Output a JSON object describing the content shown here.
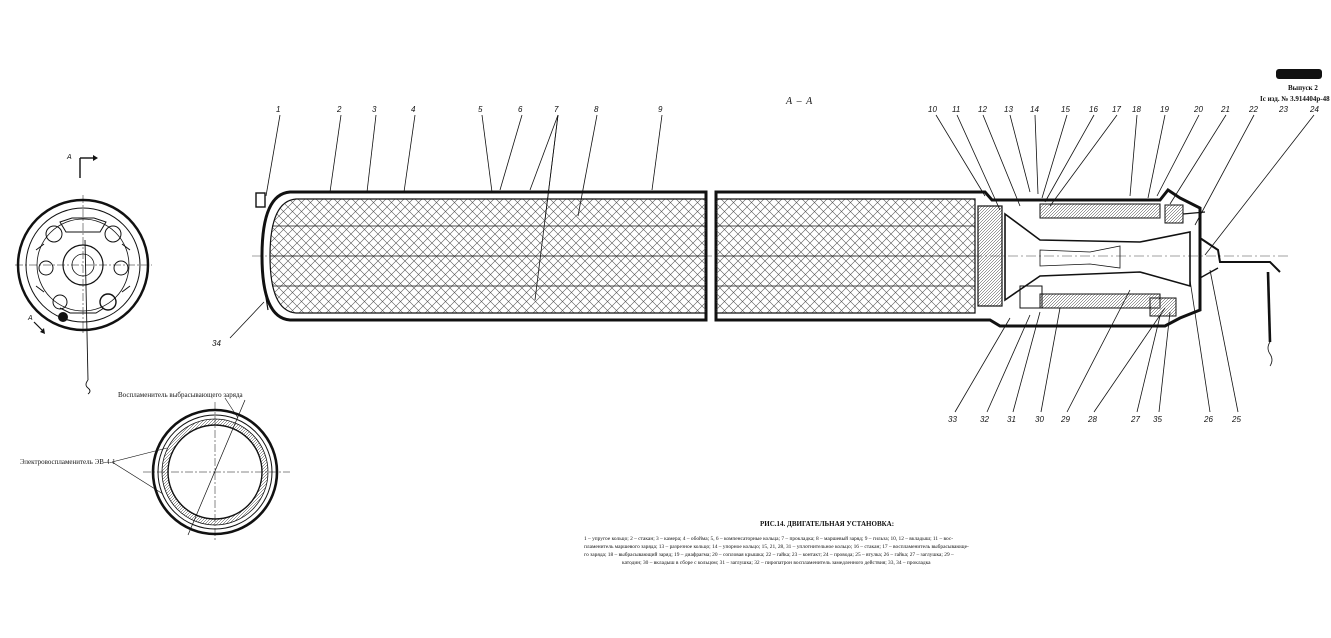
{
  "header": {
    "line1": "Выпуск 2",
    "line2": "Ic изд. № 3.914404р-48"
  },
  "section_label": "А – А",
  "view_marker_top": "А",
  "view_marker_bottom": "А",
  "igniter_label": "Воспламенитель выбрасывающего заряда",
  "electroigniter_label": "Электровоспламенитель ЭВ-4-1",
  "caption": {
    "title": "РИС.14. ДВИГАТЕЛЬНАЯ УСТАНОВКА:",
    "lines": [
      "1 – упругое кольцо; 2 – стакан; 3 – камера; 4 – обойма; 5, 6 – компенсаторные кольца; 7 – прокладка; 8 – маршевый заряд; 9 – гильза; 10, 12 – вкладыш; 11 – вос-",
      "пламенитель маршевого заряда; 13 – разрезное кольцо; 14 – упорное кольцо; 15, 21, 28, 31 – уплотнительное кольцо; 16 – стакан; 17 – воспламенитель выбрасывающе-",
      "го заряда; 18 – выбрасывающий заряд; 19 – диафрагма; 20 – сопловая крышка; 22 – гайка; 23 – контакт; 24 – провода; 25 – втулка; 26 – гайка; 27 – заглушка; 29 –",
      "катодин; 30 – вкладыш в сборе с кольцом; 31 – заглушка; 32 – пиропатрон воспламенитель замедленного действия; 33, 34 – прокладка"
    ]
  },
  "callouts_top": [
    "1",
    "2",
    "3",
    "4",
    "5",
    "6",
    "7",
    "8",
    "9",
    "10",
    "11",
    "12",
    "13",
    "14",
    "15",
    "16",
    "17",
    "18",
    "19",
    "20",
    "21",
    "22",
    "23",
    "24"
  ],
  "callouts_bottom": [
    "33",
    "32",
    "31",
    "30",
    "29",
    "28",
    "27",
    "35",
    "26",
    "25"
  ],
  "callout_left": "34"
}
